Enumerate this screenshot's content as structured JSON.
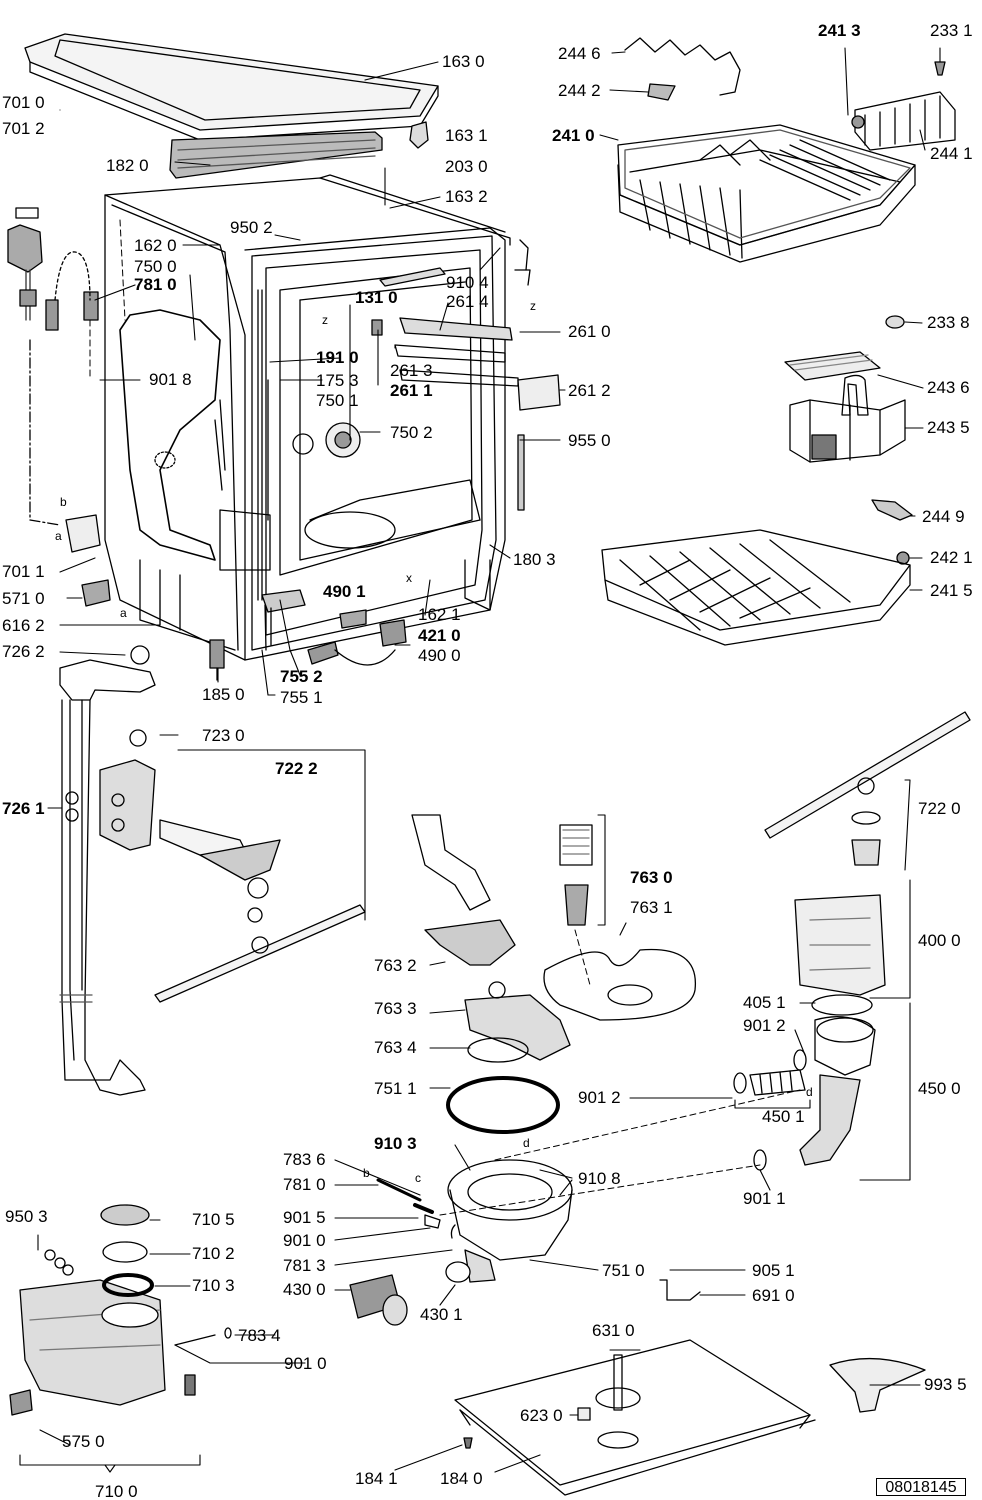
{
  "labels": {
    "p1630": "163 0",
    "p7010": "701 0",
    "p7012": "701 2",
    "p1631": "163 1",
    "p1820": "182 0",
    "p2030": "203 0",
    "p1632": "163 2",
    "p9502": "950 2",
    "p1620": "162 0",
    "p7500": "750 0",
    "p7810": "781 0",
    "p9104": "910 4",
    "p1310": "131 0",
    "p2614": "261 4",
    "p2610": "261 0",
    "p1910": "191 0",
    "p2613": "261 3",
    "p9018": "901 8",
    "p1753": "175 3",
    "p2611": "261 1",
    "p2612": "261 2",
    "p7501": "750 1",
    "p7502": "750 2",
    "p9550": "955 0",
    "p1803": "180 3",
    "p7011": "701 1",
    "p5710": "571 0",
    "p6162": "616 2",
    "p4901": "490 1",
    "p1621": "162 1",
    "p4210": "421 0",
    "p4900": "490 0",
    "p7262": "726 2",
    "p7552": "755 2",
    "p1850": "185 0",
    "p7551": "755 1",
    "p2446": "244 6",
    "p2442": "244 2",
    "p2410": "241 0",
    "p2413": "241 3",
    "p2331": "233 1",
    "p2441": "244 1",
    "p2338": "233 8",
    "p2436": "243 6",
    "p2435": "243 5",
    "p2449": "244 9",
    "p2421": "242 1",
    "p2415": "241 5",
    "p7230": "723 0",
    "p7222": "722 2",
    "p7261": "726 1",
    "p7220": "722 0",
    "p7630": "763 0",
    "p7631": "763 1",
    "p4000": "400 0",
    "p7632": "763 2",
    "p4051": "405 1",
    "p9012a": "901 2",
    "p7633": "763 3",
    "p7634": "763 4",
    "p4500": "450 0",
    "p7511": "751 1",
    "p9012b": "901 2",
    "p4501": "450 1",
    "p9103": "910 3",
    "p7836": "783 6",
    "p9108": "910 8",
    "p9011": "901 1",
    "p7810b": "781 0",
    "p9015": "901 5",
    "p9010": "901 0",
    "p7813": "781 3",
    "p7510": "751 0",
    "p9051": "905 1",
    "p4300": "430 0",
    "p6910": "691 0",
    "p4301": "430 1",
    "p9503": "950 3",
    "p7105": "710 5",
    "p7102": "710 2",
    "p7103": "710 3",
    "p7834": "783 4",
    "p9010b": "901 0",
    "p5750": "575 0",
    "p7100": "710 0",
    "p6310": "631 0",
    "p6230": "623 0",
    "p9935": "993 5",
    "p1841": "184 1",
    "p1840": "184 0"
  },
  "letters": {
    "b1": "b",
    "a1": "a",
    "a2": "a",
    "z1": "z",
    "z2": "z",
    "x1": "x",
    "d1": "d",
    "d2": "d",
    "b2": "b",
    "c1": "c"
  },
  "doc_number": "08018145"
}
